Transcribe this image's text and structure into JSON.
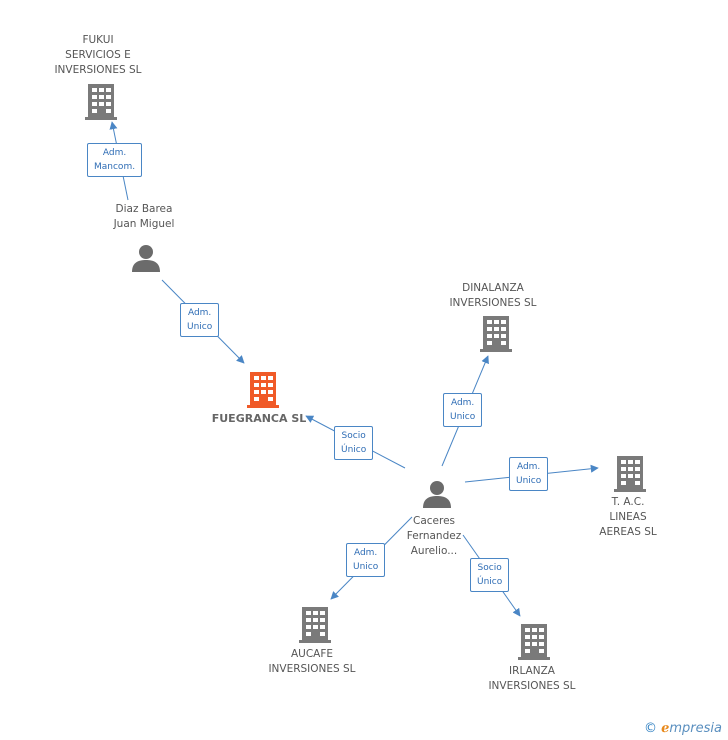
{
  "colors": {
    "building": "#7a7a7a",
    "main": "#f05a28",
    "person": "#6b6b6b",
    "edge": "#4a86c5"
  },
  "nodes": {
    "fukui": {
      "lines": [
        "FUKUI",
        "SERVICIOS E",
        "INVERSIONES SL"
      ]
    },
    "diaz": {
      "lines": [
        "Diaz Barea",
        "Juan Miguel"
      ]
    },
    "fuegranca": {
      "lines": [
        "FUEGRANCA SL"
      ]
    },
    "dinalanza": {
      "lines": [
        "DINALANZA",
        "INVERSIONES SL"
      ]
    },
    "caceres": {
      "lines": [
        "Caceres",
        "Fernandez",
        "Aurelio..."
      ]
    },
    "tac": {
      "lines": [
        "T. A.C.",
        "LINEAS",
        "AEREAS  SL"
      ]
    },
    "aucafe": {
      "lines": [
        "AUCAFE",
        "INVERSIONES SL"
      ]
    },
    "irlanza": {
      "lines": [
        "IRLANZA",
        "INVERSIONES SL"
      ]
    }
  },
  "edges": [
    {
      "id": "diaz-fukui",
      "lines": [
        "Adm.",
        "Mancom."
      ]
    },
    {
      "id": "diaz-fuegranca",
      "lines": [
        "Adm.",
        "Unico"
      ]
    },
    {
      "id": "caceres-fuegranca",
      "lines": [
        "Socio",
        "Único"
      ]
    },
    {
      "id": "caceres-dinalanza",
      "lines": [
        "Adm.",
        "Unico"
      ]
    },
    {
      "id": "caceres-tac",
      "lines": [
        "Adm.",
        "Unico"
      ]
    },
    {
      "id": "caceres-aucafe",
      "lines": [
        "Adm.",
        "Unico"
      ]
    },
    {
      "id": "caceres-irlanza",
      "lines": [
        "Socio",
        "Único"
      ]
    }
  ],
  "brand": {
    "copyright": "©",
    "e": "ℯ",
    "rest": "mpresia"
  }
}
